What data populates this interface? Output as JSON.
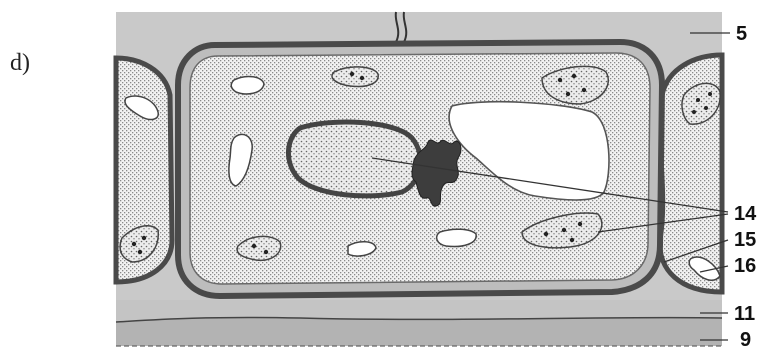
{
  "panel_label": "d)",
  "labels": {
    "l5": "5",
    "l14": "14",
    "l15": "15",
    "l16": "16",
    "l11": "11",
    "l9": "9"
  },
  "colors": {
    "background_tissue": "#c8c8c8",
    "cytoplasm_stipple": "#9a9a9a",
    "cell_wall": "#505050",
    "vacuole": "#ffffff",
    "lower_band": "#b4b4b4"
  }
}
